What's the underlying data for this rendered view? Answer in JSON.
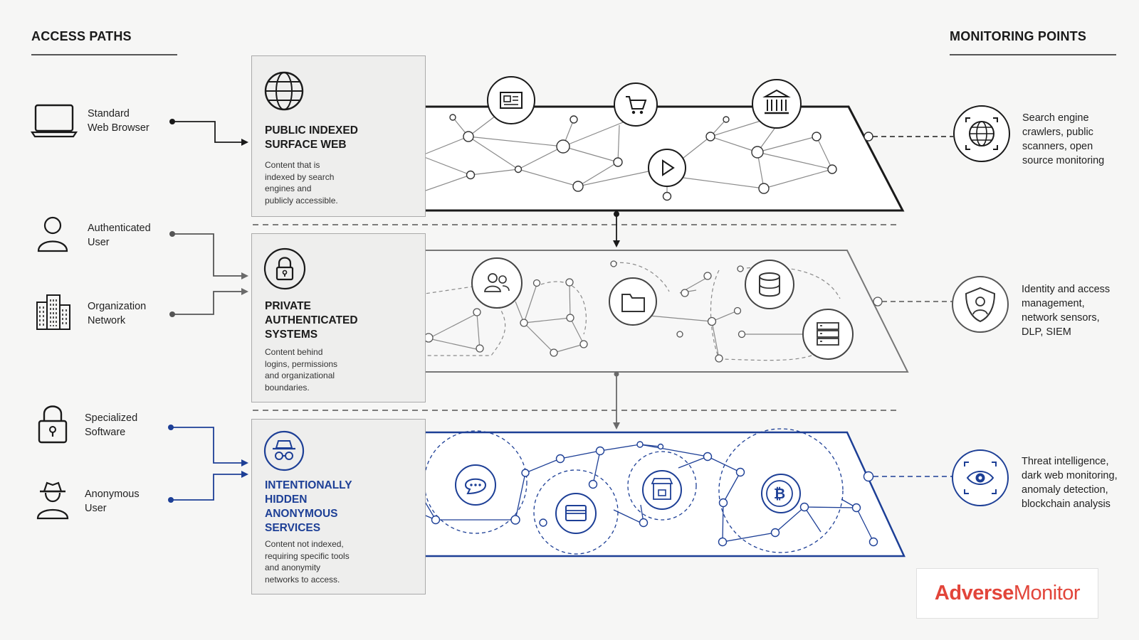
{
  "headings": {
    "access_paths": "ACCESS PATHS",
    "monitoring_points": "MONITORING POINTS"
  },
  "access_paths": [
    {
      "icon": "laptop-icon",
      "label_line1": "Standard",
      "label_line2": "Web Browser"
    },
    {
      "icon": "user-icon",
      "label_line1": "Authenticated",
      "label_line2": "User"
    },
    {
      "icon": "building-icon",
      "label_line1": "Organization",
      "label_line2": "Network"
    },
    {
      "icon": "padlock-icon",
      "label_line1": "Specialized",
      "label_line2": "Software"
    },
    {
      "icon": "anonymous-user-icon",
      "label_line1": "Anonymous",
      "label_line2": "User"
    }
  ],
  "layers": [
    {
      "icon": "globe-icon",
      "title_lines": [
        "PUBLIC INDEXED",
        "SURFACE WEB"
      ],
      "desc_lines": [
        "Content that is",
        "indexed by search",
        "engines and",
        "publicly accessible."
      ],
      "node_icons": [
        "news-icon",
        "shopping-cart-icon",
        "bank-icon",
        "play-icon"
      ]
    },
    {
      "icon": "lock-icon",
      "title_lines": [
        "PRIVATE",
        "AUTHENTICATED",
        "SYSTEMS"
      ],
      "desc_lines": [
        "Content behind",
        "logins, permissions",
        "and organizational",
        "boundaries."
      ],
      "node_icons": [
        "users-icon",
        "folder-icon",
        "database-icon",
        "server-icon"
      ]
    },
    {
      "icon": "incognito-icon",
      "title_lines": [
        "INTENTIONALLY",
        "HIDDEN",
        "ANONYMOUS",
        "SERVICES"
      ],
      "desc_lines": [
        "Content not indexed,",
        "requiring specific tools",
        "and anonymity",
        "networks to access."
      ],
      "node_icons": [
        "chat-icon",
        "card-icon",
        "storefront-icon",
        "bitcoin-icon"
      ]
    }
  ],
  "monitoring_points": [
    {
      "icon": "scan-globe-icon",
      "lines": [
        "Search engine",
        "crawlers, public",
        "scanners, open",
        "source monitoring"
      ]
    },
    {
      "icon": "shield-user-icon",
      "lines": [
        "Identity and access",
        "management,",
        "network sensors,",
        "DLP, SIEM"
      ]
    },
    {
      "icon": "scan-eye-icon",
      "lines": [
        "Threat intelligence,",
        "dark web monitoring,",
        "anomaly detection,",
        "blockchain analysis"
      ]
    }
  ],
  "logo": {
    "part1": "Adverse",
    "part2": "Monitor"
  },
  "colors": {
    "accent_blue": "#1d3f96",
    "logo_red": "#e2453a",
    "ink": "#1a1a1a"
  }
}
